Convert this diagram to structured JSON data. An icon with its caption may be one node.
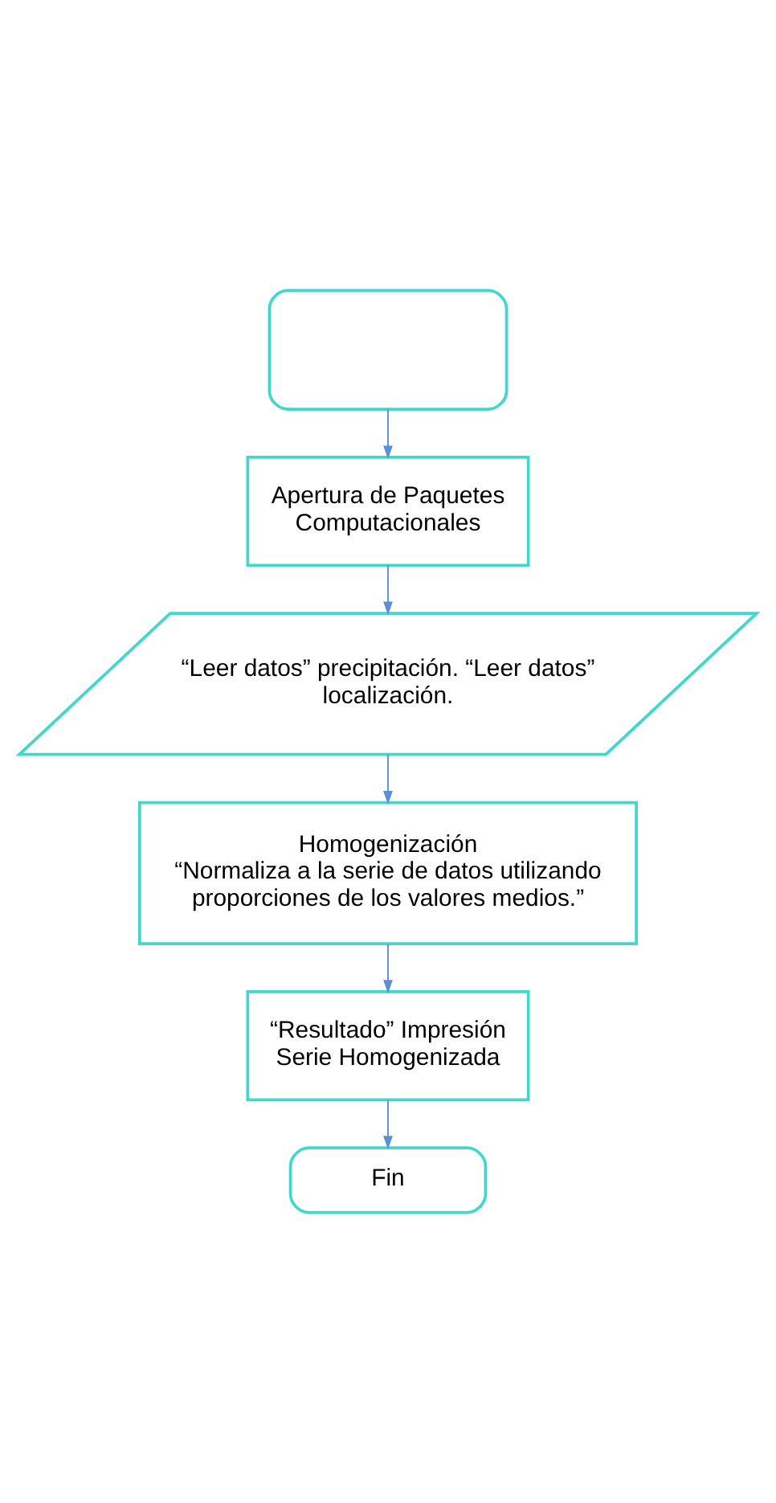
{
  "diagram": {
    "nodes": [
      {
        "text": [],
        "shape": "box"
      },
      {
        "text": [
          "Apertura de Paquetes Computacionales"
        ]
      },
      {
        "text": [
          "“Leer datos” precipitación. “Leer datos” localización."
        ]
      },
      {
        "text": [
          "Homogenización",
          "“Normaliza a la serie de datos utilizando proporciones de los valores medios.”"
        ]
      },
      {
        "text": [
          "“Resultado” Impresión Serie Homogenizada"
        ]
      },
      {
        "text": [
          "Fin"
        ]
      }
    ],
    "edges": [
      {
        "from": 0,
        "to": 1,
        "arrow": "to"
      },
      {
        "from": 1,
        "to": 2,
        "arrow": "to"
      },
      {
        "from": 2,
        "to": 3,
        "arrow": "to"
      },
      {
        "from": 3,
        "to": 4,
        "arrow": "to"
      },
      {
        "from": 4,
        "to": 5,
        "arrow": "to"
      }
    ]
  }
}
